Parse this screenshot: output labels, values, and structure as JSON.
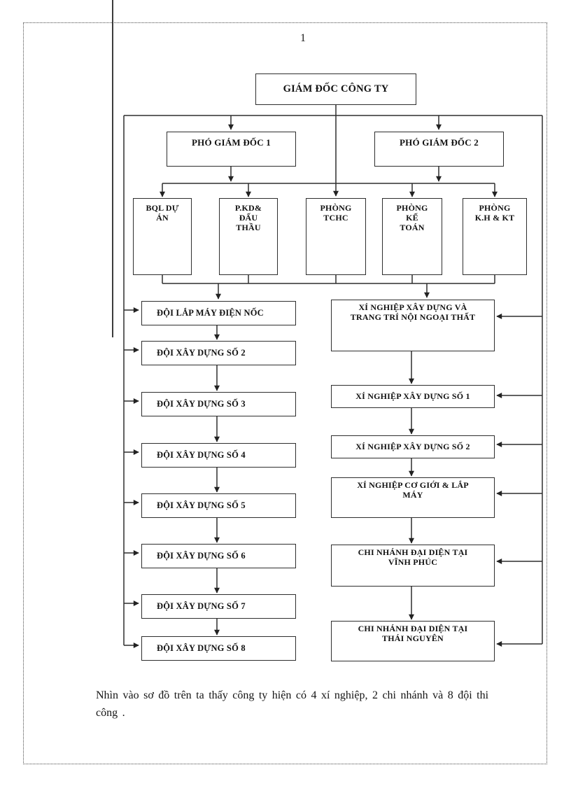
{
  "page": {
    "number": "1",
    "note": "Nhìn vào sơ đồ trên ta thấy công ty hiện có 4 xí nghiệp, 2 chi nhánh và 8 đội thi\ncông ."
  },
  "org_chart": {
    "director": "GIÁM ĐỐC CÔNG TY",
    "deputy1": "PHÓ GIÁM ĐỐC 1",
    "deputy2": "PHÓ GIÁM ĐỐC 2",
    "departments": [
      {
        "label": "BQL DỰ\nÁN"
      },
      {
        "label": "P.KD&\nĐẤU\nTHẦU"
      },
      {
        "label": "PHÒNG\nTCHC"
      },
      {
        "label": "PHÒNG\nKẾ\nTOÁN"
      },
      {
        "label": "PHÒNG\nK.H & KT"
      }
    ],
    "teams": [
      {
        "label": "ĐỘI LẮP MÁY ĐIỆN NỐC"
      },
      {
        "label": "ĐỘI XÂY DỰNG SỐ 2"
      },
      {
        "label": "ĐỘI XÂY DỰNG SỐ 3"
      },
      {
        "label": "ĐỘI XÂY DỰNG SỐ 4"
      },
      {
        "label": "ĐỘI XÂY DỰNG SỐ 5"
      },
      {
        "label": "ĐỘI XÂY DỰNG SỐ 6"
      },
      {
        "label": "ĐỘI XÂY DỰNG SỐ 7"
      },
      {
        "label": "ĐỘI XÂY DỰNG SỐ 8"
      }
    ],
    "units": [
      {
        "label": "XÍ NGHIỆP XÂY DỰNG VÀ\nTRANG TRÍ NỘI NGOẠI THẤT"
      },
      {
        "label": "XÍ NGHIỆP XÂY DỰNG SỐ 1"
      },
      {
        "label": "XÍ NGHIỆP XÂY DỰNG SỐ 2"
      },
      {
        "label": "XÍ NGHIỆP CƠ GIỚI & LẮP\nMÁY"
      },
      {
        "label": "CHI NHÁNH ĐẠI DIỆN TẠI\nVĨNH PHÚC"
      },
      {
        "label": "CHI NHÁNH ĐẠI DIỆN TẠI\nTHÁI NGUYÊN"
      }
    ]
  }
}
